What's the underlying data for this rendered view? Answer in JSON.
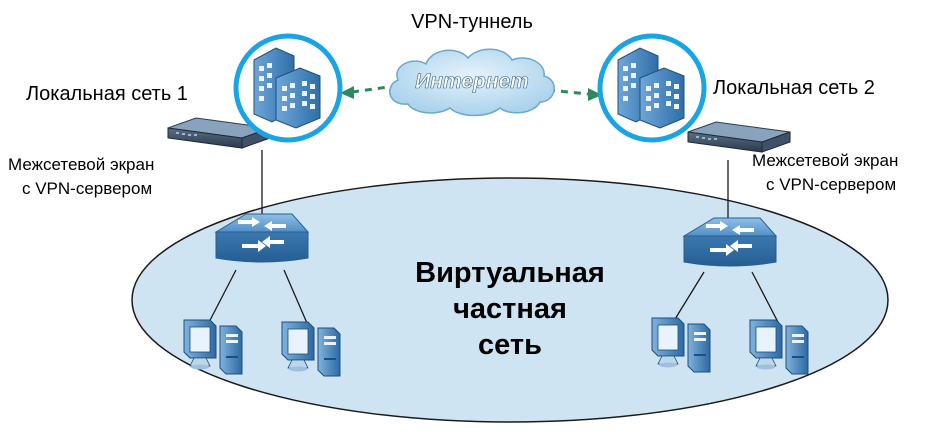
{
  "labels": {
    "tunnel": "VPN-туннель",
    "internet": "Интернет",
    "lan1": "Локальная сеть 1",
    "lan2": "Локальная сеть 2",
    "fw_left_line1": "Межсетевой экран",
    "fw_left_line2": "с VPN-сервером",
    "fw_right_line1": "Межсетевой экран",
    "fw_right_line2": "с VPN-сервером",
    "vpn_line1": "Виртуальная",
    "vpn_line2": "частная",
    "vpn_line3": "сеть"
  },
  "colors": {
    "ellipse_fill": "#cfe4f2",
    "ellipse_stroke": "#1a1a1a",
    "circle_stroke": "#19a4e6",
    "cloud_fill": "#bcdcf0",
    "cloud_stroke": "#6aa8cc",
    "tunnel_arrow": "#2e8a5e",
    "device_blue": "#3b7cb6",
    "text": "#000000"
  },
  "icons": [
    "building-icon",
    "firewall-icon",
    "switch-icon",
    "computer-icon",
    "cloud-icon"
  ]
}
